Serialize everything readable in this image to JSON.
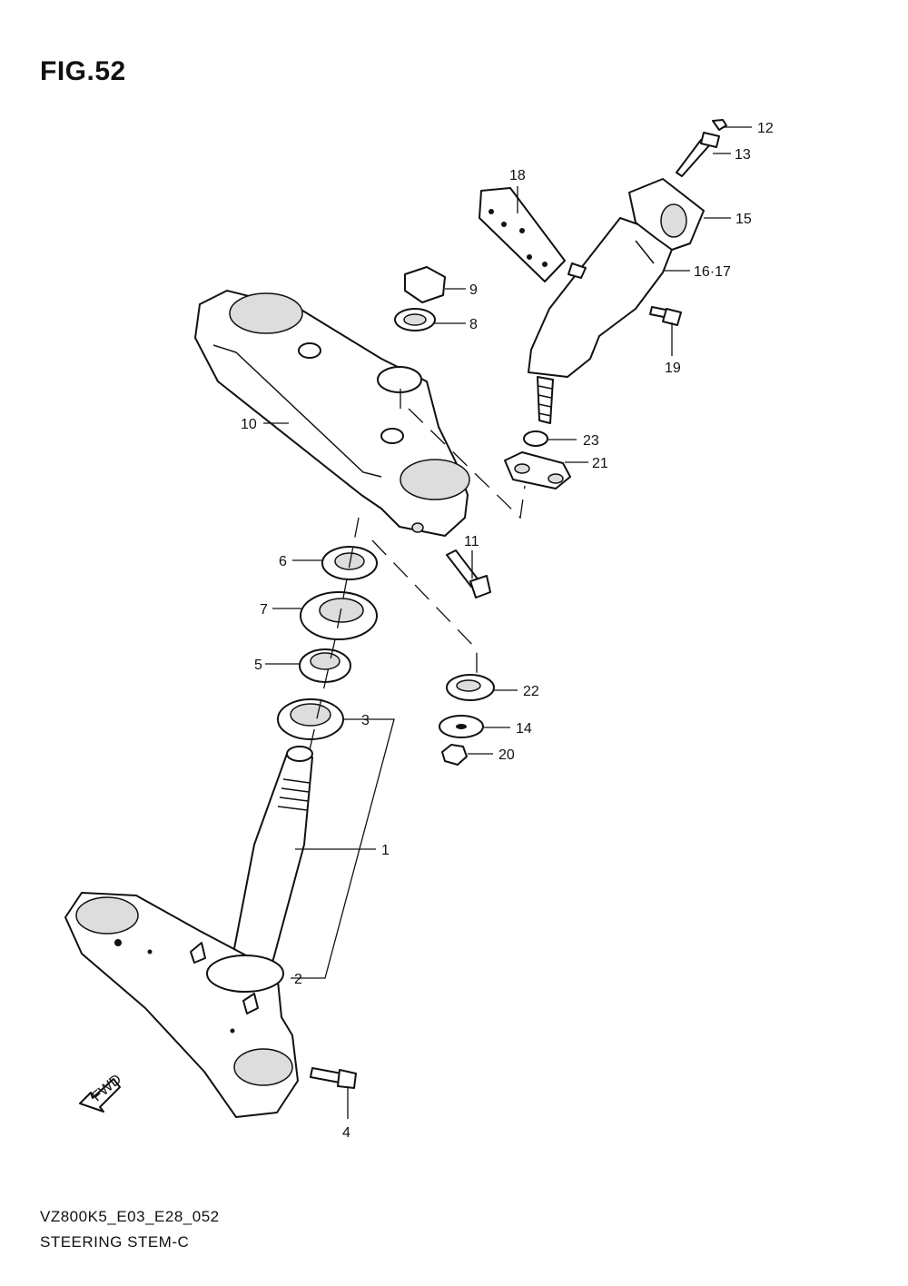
{
  "figure": {
    "title": "FIG.52",
    "code": "VZ800K5_E03_E28_052",
    "caption": "STEERING STEM-C",
    "fwd_label": "FWD"
  },
  "callouts": [
    {
      "id": "p1",
      "label": "1"
    },
    {
      "id": "p2",
      "label": "2"
    },
    {
      "id": "p3",
      "label": "3"
    },
    {
      "id": "p4",
      "label": "4"
    },
    {
      "id": "p5",
      "label": "5"
    },
    {
      "id": "p6",
      "label": "6"
    },
    {
      "id": "p7",
      "label": "7"
    },
    {
      "id": "p8",
      "label": "8"
    },
    {
      "id": "p9",
      "label": "9"
    },
    {
      "id": "p10",
      "label": "10"
    },
    {
      "id": "p11",
      "label": "11"
    },
    {
      "id": "p12",
      "label": "12"
    },
    {
      "id": "p13",
      "label": "13"
    },
    {
      "id": "p14",
      "label": "14"
    },
    {
      "id": "p15",
      "label": "15"
    },
    {
      "id": "p1617",
      "label": "16·17"
    },
    {
      "id": "p18",
      "label": "18"
    },
    {
      "id": "p19",
      "label": "19"
    },
    {
      "id": "p20",
      "label": "20"
    },
    {
      "id": "p21",
      "label": "21"
    },
    {
      "id": "p22",
      "label": "22"
    },
    {
      "id": "p23",
      "label": "23"
    }
  ]
}
